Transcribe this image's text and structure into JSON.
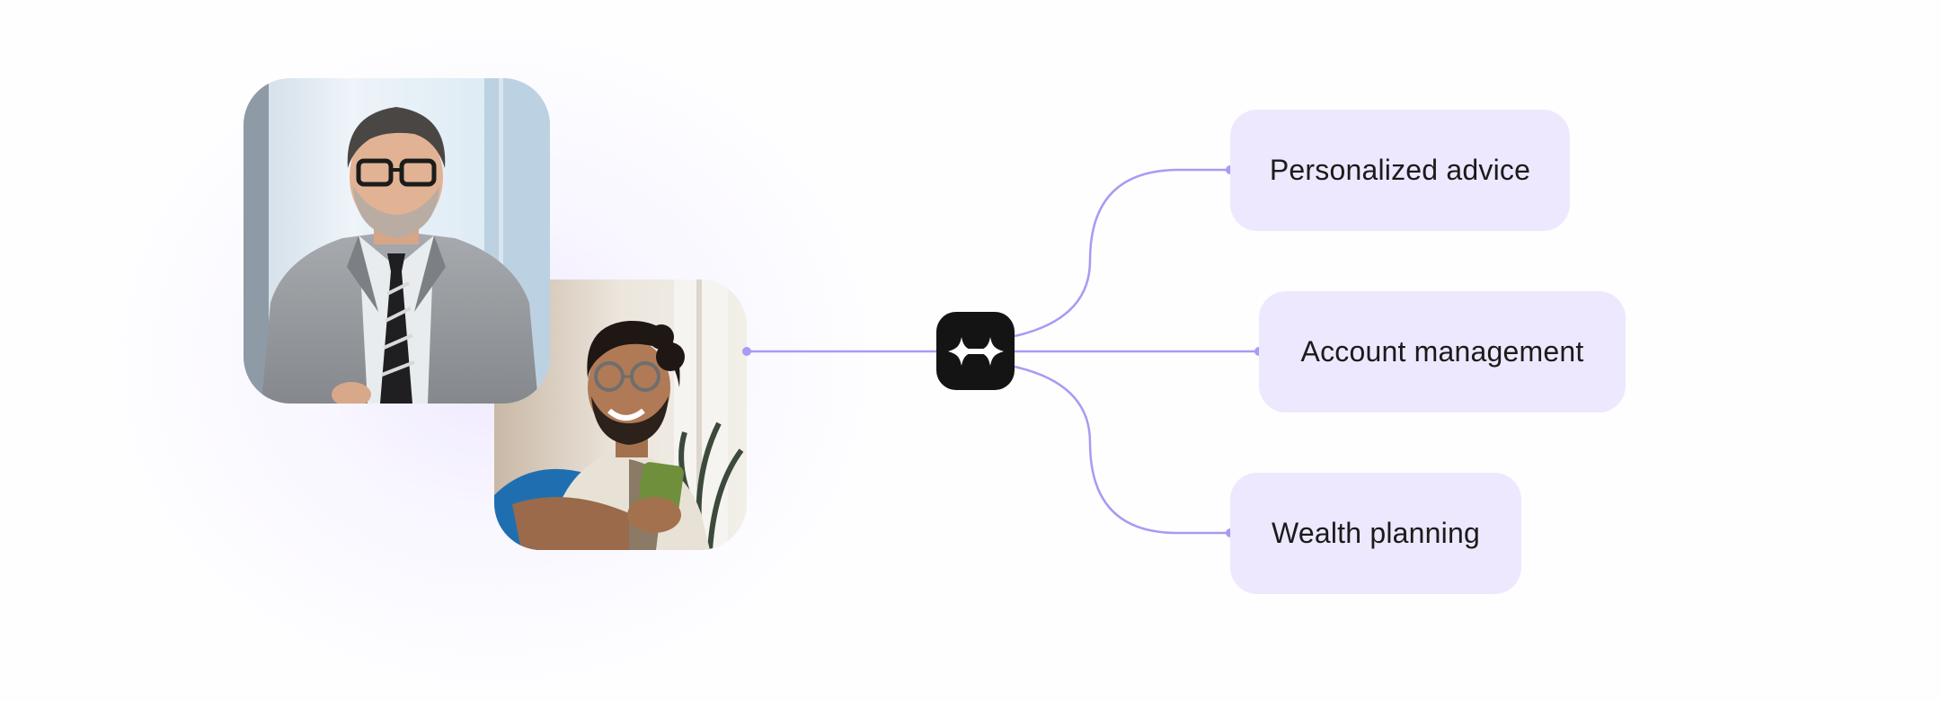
{
  "diagram": {
    "source_images": [
      {
        "name": "advisor-photo",
        "alt": "Smiling man in grey suit and glasses"
      },
      {
        "name": "client-photo",
        "alt": "Smiling man holding a phone on a sofa"
      }
    ],
    "hub": {
      "icon": "sparkle-logo-icon"
    },
    "outputs": [
      {
        "label": "Personalized advice"
      },
      {
        "label": "Account management"
      },
      {
        "label": "Wealth planning"
      }
    ]
  },
  "colors": {
    "connector": "#a99af3",
    "node_fill": "#ede8fe",
    "hub_fill": "#141414",
    "text": "#1b1b1b"
  }
}
